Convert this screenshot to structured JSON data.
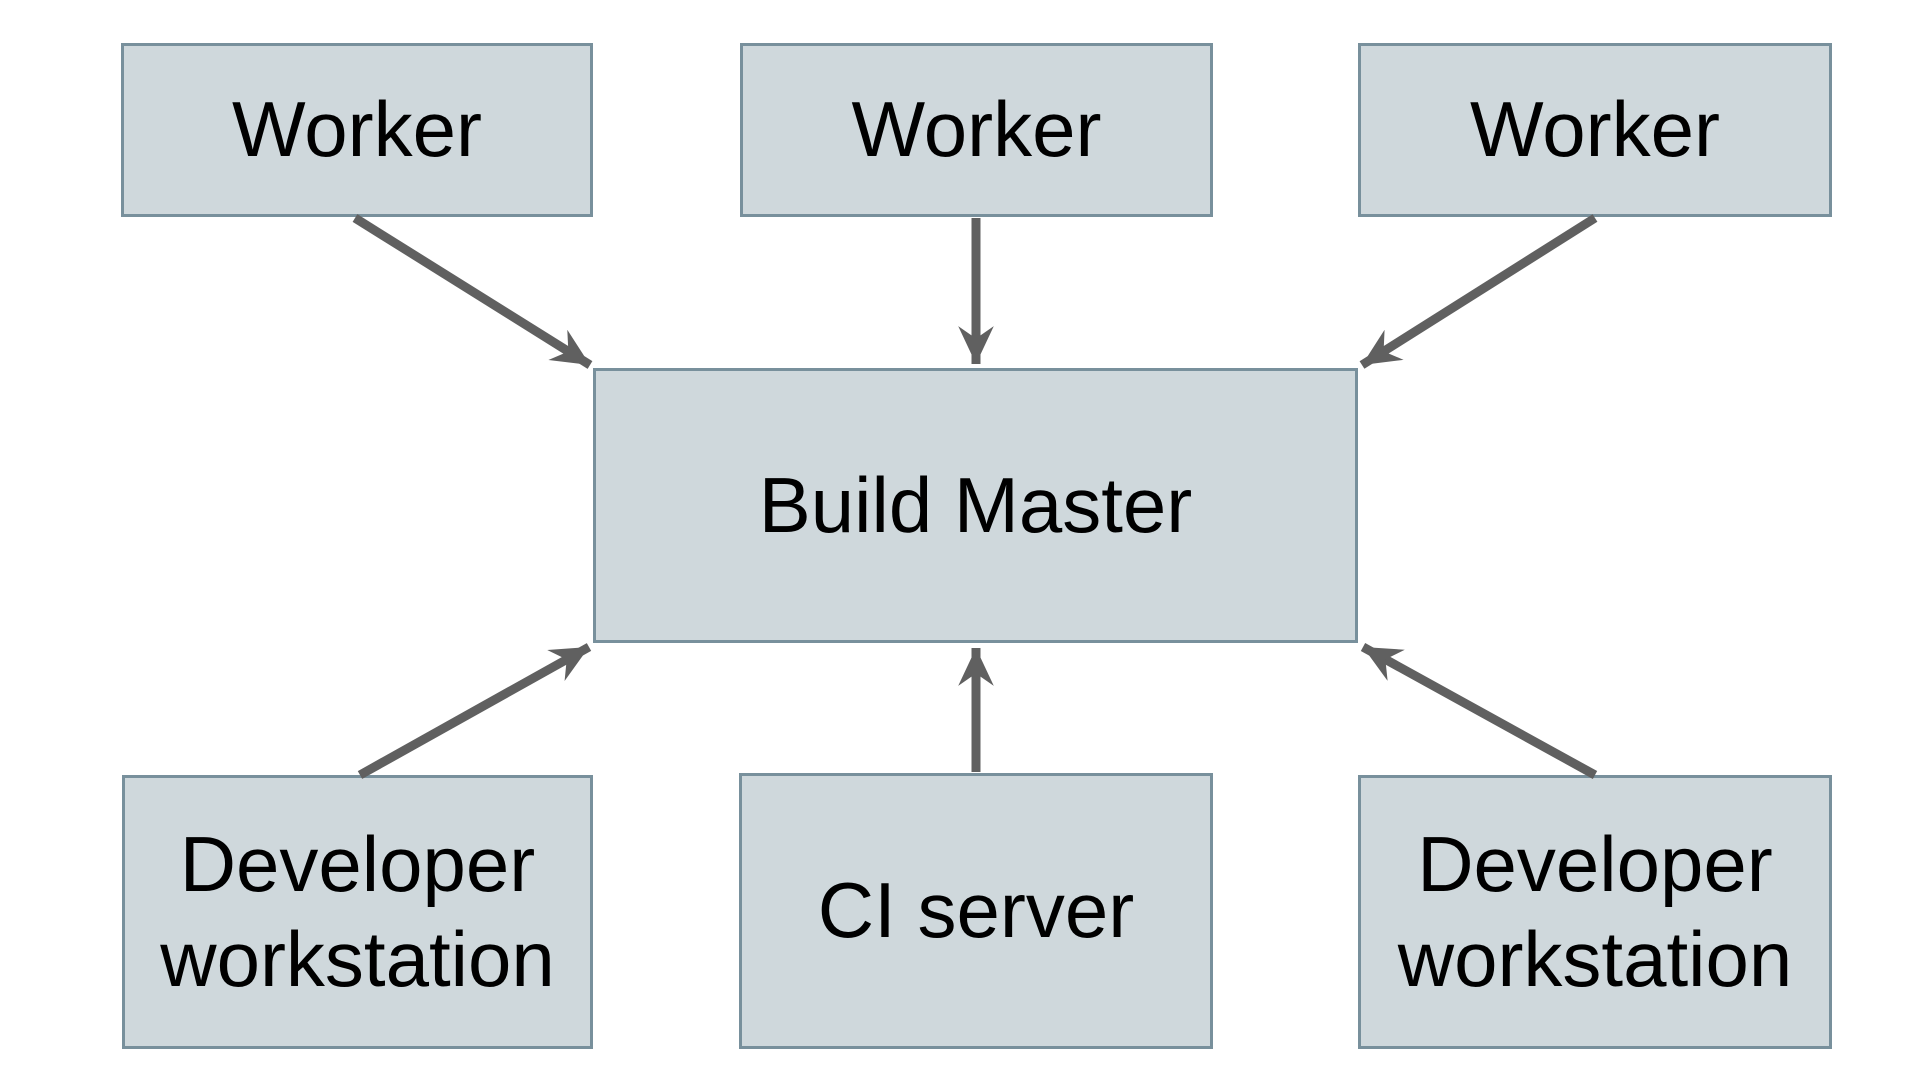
{
  "diagram": {
    "background_color": "#ffffff",
    "box_fill_color": "#cfd8dc",
    "box_border_color": "#78909c",
    "arrow_color": "#606060",
    "text_color": "#000000",
    "nodes": [
      {
        "id": "worker-top-left",
        "label": "Worker"
      },
      {
        "id": "worker-top-center",
        "label": "Worker"
      },
      {
        "id": "worker-top-right",
        "label": "Worker"
      },
      {
        "id": "build-master",
        "label": "Build Master"
      },
      {
        "id": "developer-workstation-left",
        "label": "Developer workstation"
      },
      {
        "id": "ci-server",
        "label": "CI server"
      },
      {
        "id": "developer-workstation-right",
        "label": "Developer workstation"
      }
    ],
    "edges": [
      {
        "from": "worker-top-left",
        "to": "build-master",
        "direction": "down-right"
      },
      {
        "from": "worker-top-center",
        "to": "build-master",
        "direction": "down"
      },
      {
        "from": "worker-top-right",
        "to": "build-master",
        "direction": "down-left"
      },
      {
        "from": "developer-workstation-left",
        "to": "build-master",
        "direction": "up-right"
      },
      {
        "from": "ci-server",
        "to": "build-master",
        "direction": "up"
      },
      {
        "from": "developer-workstation-right",
        "to": "build-master",
        "direction": "up-left"
      }
    ]
  }
}
